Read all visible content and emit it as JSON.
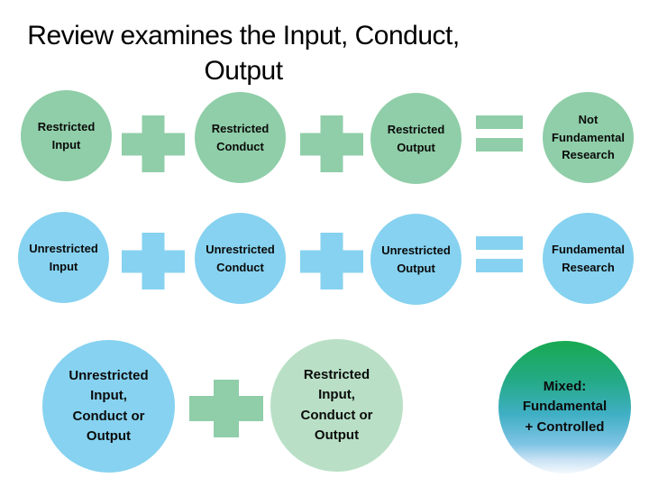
{
  "slide": {
    "title": "Review examines the Input, Conduct,\nOutput",
    "background": "#ffffff"
  },
  "colors": {
    "restricted_green": "#8FCEA8",
    "unrestricted_blue": "#86D2F0",
    "pale_green": "#B9E0C6",
    "mixed_gradient_top": "#17A951",
    "mixed_gradient_middle": "#3FAFC4",
    "mixed_gradient_bottom": "#F4F9FD",
    "text": "#000000"
  },
  "rows": [
    {
      "id": "restricted-row",
      "operands": [
        "Restricted\nInput",
        "Restricted\nConduct",
        "Restricted\nOutput"
      ],
      "operators": [
        "+",
        "+",
        "="
      ],
      "result": "Not\nFundamental\nResearch"
    },
    {
      "id": "unrestricted-row",
      "operands": [
        "Unrestricted\nInput",
        "Unrestricted\nConduct",
        "Unrestricted\nOutput"
      ],
      "operators": [
        "+",
        "+",
        "="
      ],
      "result": "Fundamental\nResearch"
    },
    {
      "id": "mixed-row",
      "operands": [
        "Unrestricted\nInput,\nConduct or\nOutput",
        "Restricted\nInput,\nConduct or\nOutput"
      ],
      "operators": [
        "+"
      ],
      "result": "Mixed:\nFundamental\n+ Controlled"
    }
  ]
}
